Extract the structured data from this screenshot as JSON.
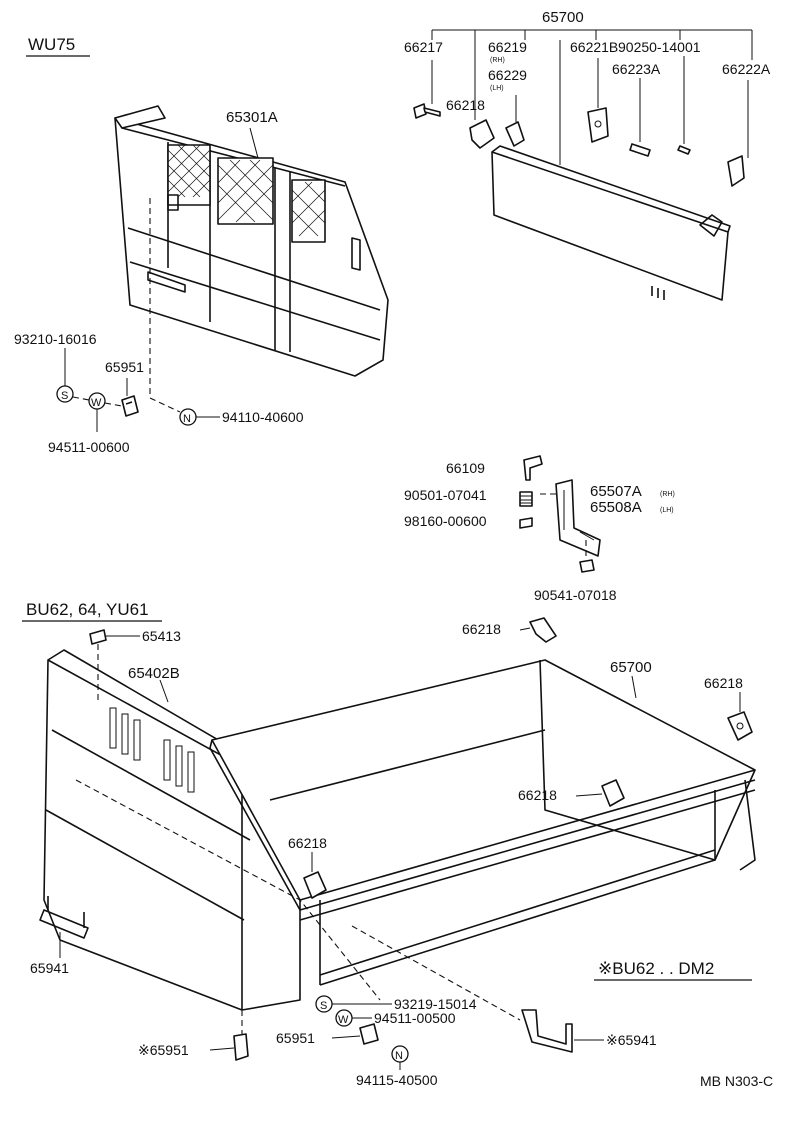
{
  "header": {
    "model_top": "WU75",
    "model_bottom": "BU62, 64, YU61",
    "footnote": "※BU62 . . DM2",
    "drawing_code": "MB N303-C"
  },
  "parts": {
    "p65700_top": "65700",
    "p66217": "66217",
    "p66219": "66219",
    "p66219_side": "(RH)",
    "p66229": "66229",
    "p66229_side": "(LH)",
    "p66221B": "66221B",
    "p90250": "90250-14001",
    "p66223A": "66223A",
    "p66222A": "66222A",
    "p66218_top": "66218",
    "p65301A": "65301A",
    "p93210": "93210-16016",
    "p65951_top": "65951",
    "p94110": "94110-40600",
    "p94511_top": "94511-00600",
    "p66109": "66109",
    "p90501": "90501-07041",
    "p98160": "98160-00600",
    "p65507A": "65507A",
    "p65507A_side": "(RH)",
    "p65508A": "65508A",
    "p65508A_side": "(LH)",
    "p90541": "90541-07018",
    "p66218_mid": "66218",
    "p65413": "65413",
    "p65402B": "65402B",
    "p65700_bottom": "65700",
    "p66218_right": "66218",
    "p66218_center": "66218",
    "p66218_left": "66218",
    "p65941_left": "65941",
    "p93219": "93219-15014",
    "p94511_bottom": "94511-00500",
    "p65951_bottom": "65951",
    "p65951_star": "※65951",
    "p94115": "94115-40500",
    "p65941_star": "※65941"
  },
  "symbols": {
    "spring_washer": "S",
    "plain_washer": "W",
    "nut": "N"
  }
}
